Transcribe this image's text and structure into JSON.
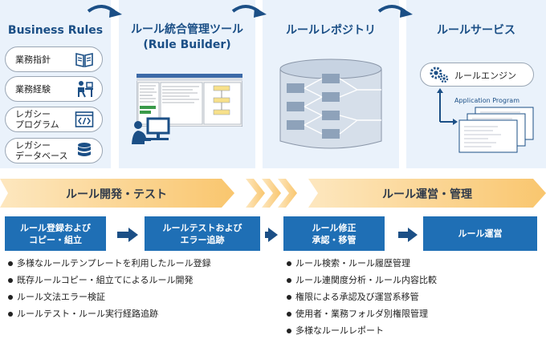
{
  "panels": {
    "business_rules": {
      "title": "Business Rules",
      "items": [
        {
          "label": "業務指針",
          "icon": "book-icon"
        },
        {
          "label": "業務経験",
          "icon": "worker-at-desk-icon"
        },
        {
          "label": "レガシー\nプログラム",
          "icon": "code-icon"
        },
        {
          "label": "レガシー\nデータベース",
          "icon": "database-icon"
        }
      ]
    },
    "rule_builder": {
      "title_line1": "ルール統合管理ツール",
      "title_line2": "(Rule Builder)"
    },
    "repository": {
      "title": "ルールレポジトリ"
    },
    "rule_service": {
      "title": "ルールサービス",
      "engine_label": "ルールエンジン",
      "app_label": "Application Program"
    }
  },
  "phases": {
    "development": "ルール開発・テスト",
    "operation": "ルール運営・管理"
  },
  "steps": [
    "ルール登録および\nコピー・組立",
    "ルールテストおよび\nエラー追跡",
    "ルール修正\n承認・移管",
    "ルール運営"
  ],
  "dev_bullets": [
    "多様なルールテンプレートを利用したルール登録",
    "既存ルールコピー・組立てによるルール開発",
    "ルール文法エラー検証",
    "ルールテスト・ルール実行経路追跡"
  ],
  "ops_bullets": [
    "ルール検索・ルール履歴管理",
    "ルール連関度分析・ルール内容比較",
    "権限による承認及び運営系移管",
    "使用者・業務フォルダ別権限管理",
    "多様なルールレポート"
  ],
  "colors": {
    "panel_bg": "#eaf2fb",
    "title_blue": "#1b4f86",
    "step_blue": "#1f6fb5",
    "band_orange": "#fbd79a",
    "curved_arrow": "#1b4f86"
  }
}
